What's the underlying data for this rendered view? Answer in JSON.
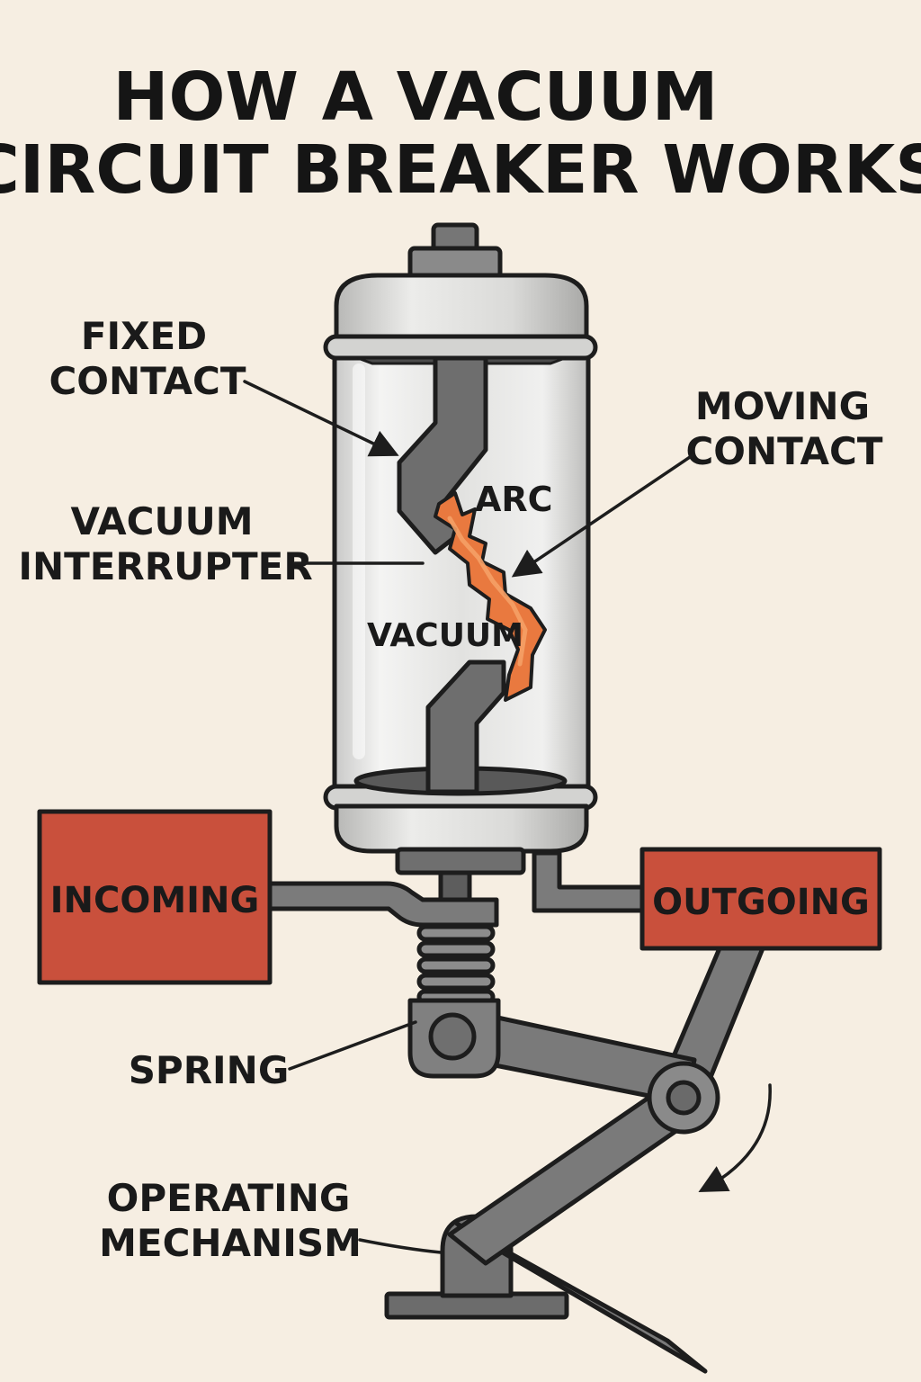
{
  "title": {
    "line1": "HOW A VACUUM",
    "line2": "CIRCUIT BREAKER WORKS"
  },
  "labels": {
    "fixed_contact_1": "FIXED",
    "fixed_contact_2": "CONTACT",
    "moving_contact_1": "MOVING",
    "moving_contact_2": "CONTACT",
    "vacuum_interrupter_1": "VACUUM",
    "vacuum_interrupter_2": "INTERRUPTER",
    "arc": "ARC",
    "vacuum": "VACUUM",
    "incoming": "INCOMING",
    "outgoing": "OUTGOING",
    "spring": "SPRING",
    "operating_mechanism_1": "OPERATING",
    "operating_mechanism_2": "MECHANISM"
  },
  "colors": {
    "background": "#f6eee2",
    "terminal_box": "#c9503c",
    "arc": "#e9793f",
    "metal": "#6e6e6e",
    "glass": "#dcdcda"
  }
}
